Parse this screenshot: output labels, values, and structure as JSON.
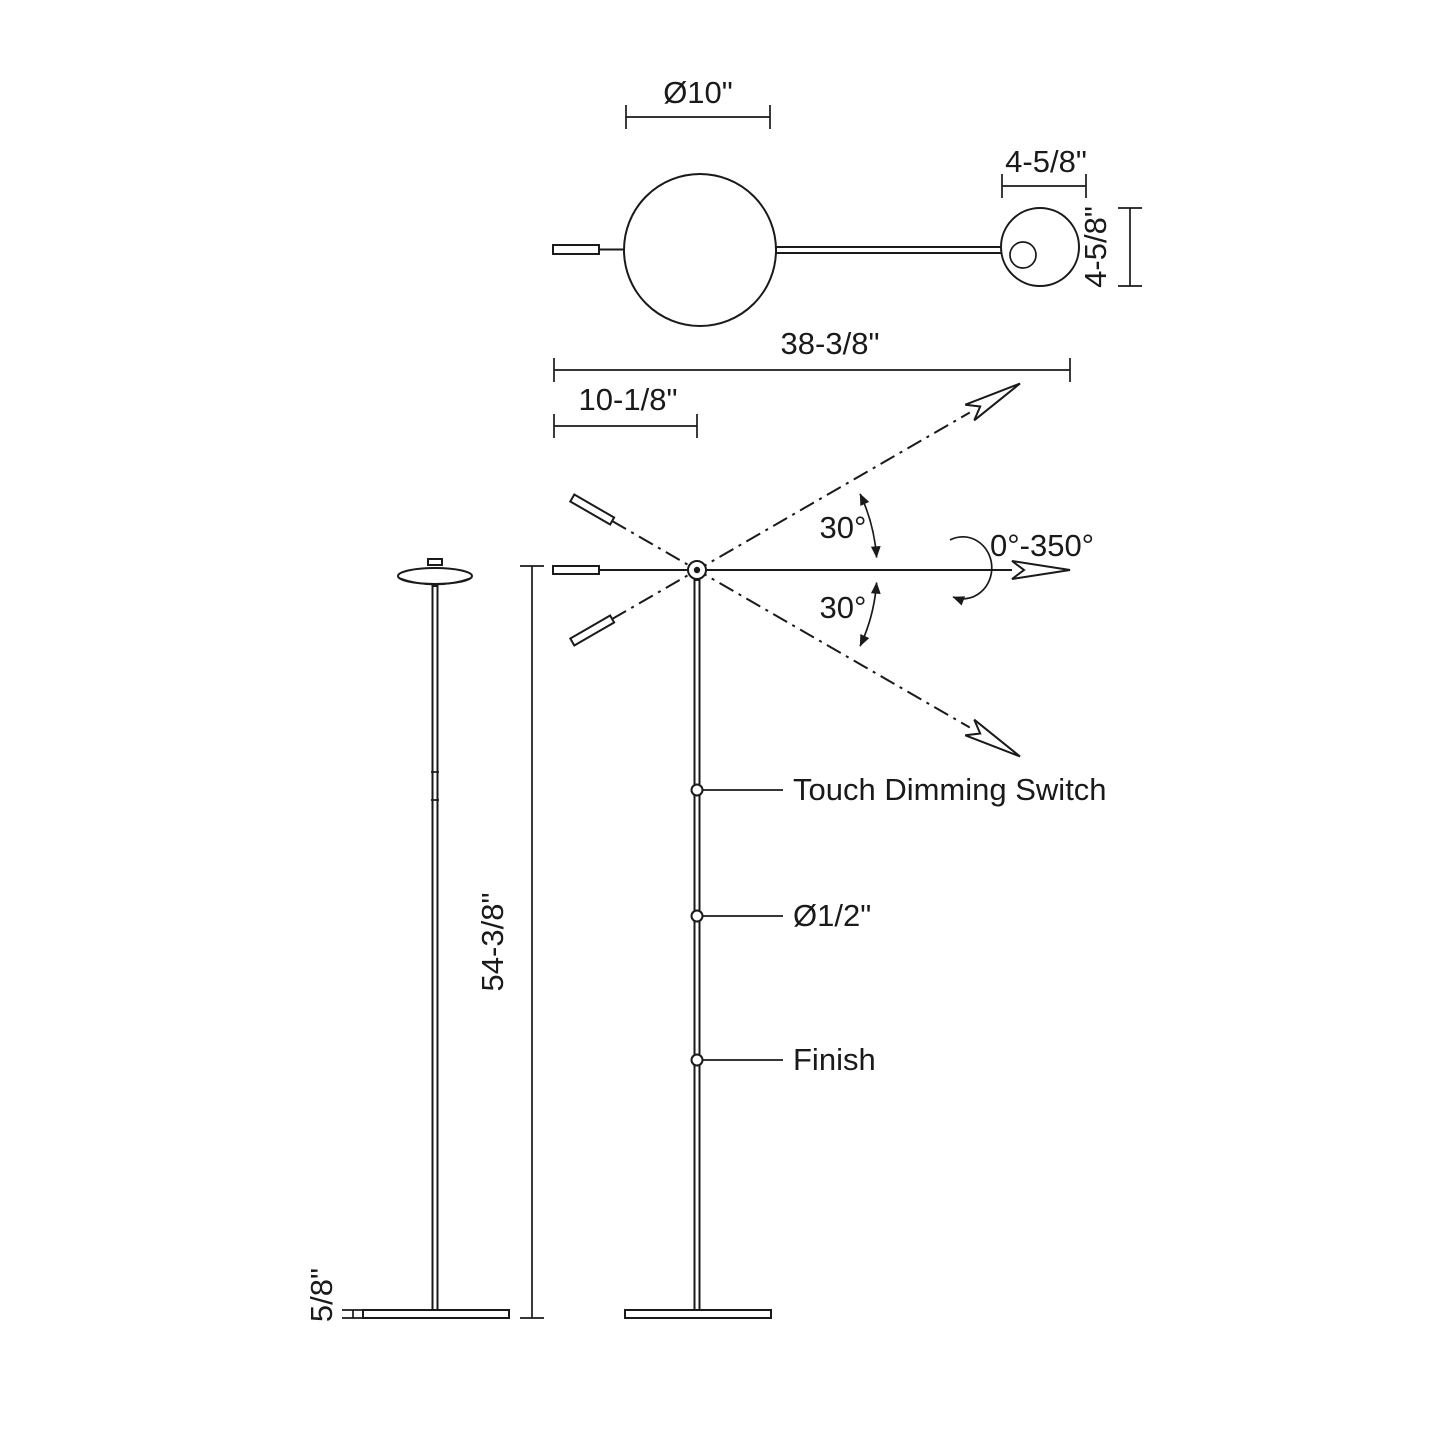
{
  "colors": {
    "ink": "#1a1a1a",
    "background": "#ffffff"
  },
  "top_view": {
    "shade_diameter": "Ø10\"",
    "head_width": "4-5/8\"",
    "head_depth": "4-5/8\""
  },
  "dimensions": {
    "overall_width": "38-3/8\"",
    "arm_left_offset": "10-1/8\"",
    "pole_height": "54-3/8\"",
    "base_thickness": "5/8\""
  },
  "articulation": {
    "tilt_up": "30°",
    "tilt_down": "30°",
    "rotation_range": "0°-350°"
  },
  "callouts": [
    {
      "label": "Touch Dimming Switch"
    },
    {
      "label": "Ø1/2\""
    },
    {
      "label": "Finish"
    }
  ]
}
